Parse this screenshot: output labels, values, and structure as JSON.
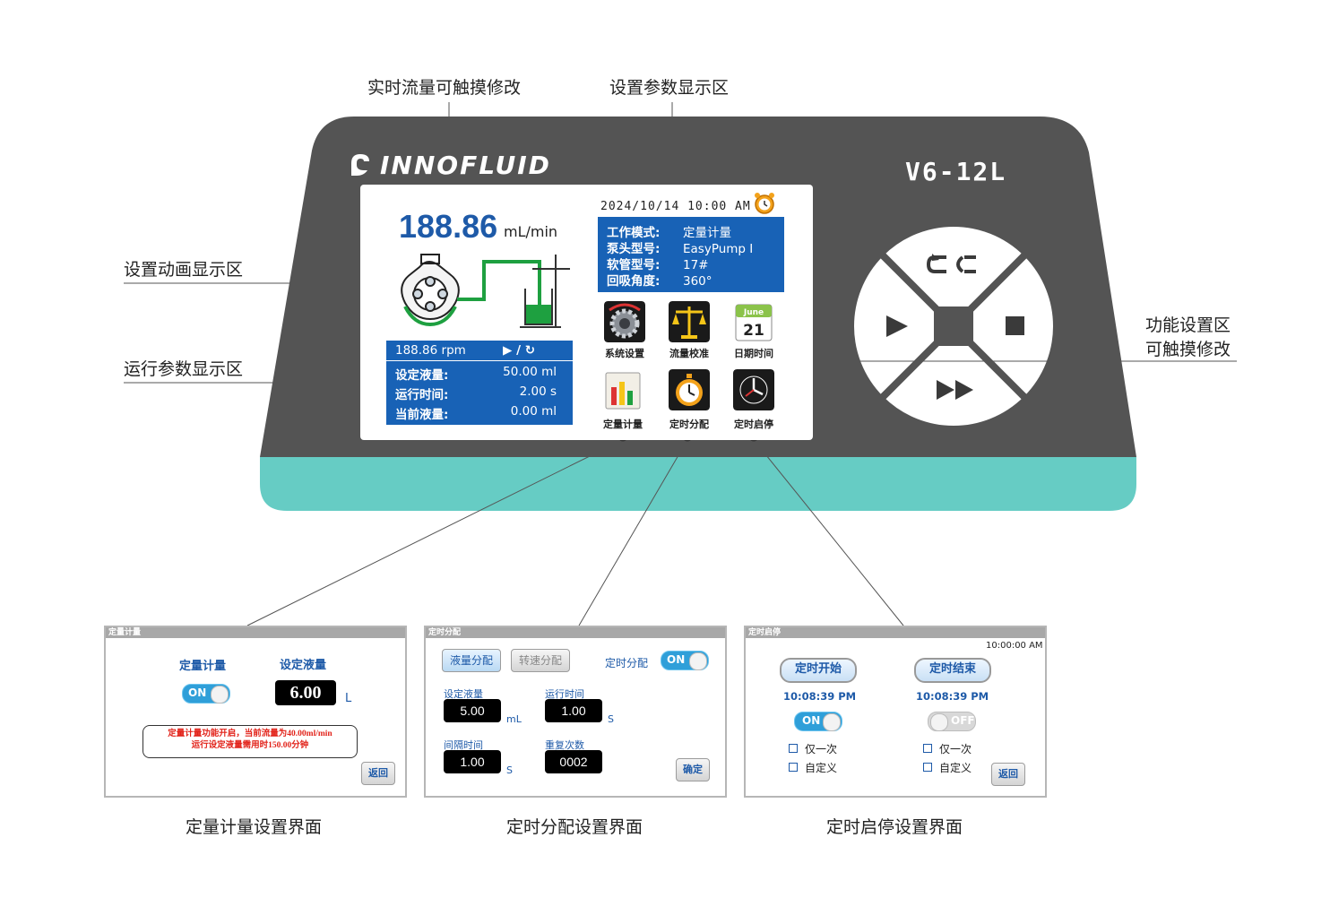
{
  "callouts": {
    "realtime_flow": "实时流量可触摸修改",
    "param_display": "设置参数显示区",
    "animation": "设置动画显示区",
    "run_params": "运行参数显示区",
    "func_area_line1": "功能设置区",
    "func_area_line2": "可触摸修改"
  },
  "device": {
    "brand": "INNOFLUID",
    "model": "V6-12L",
    "colors": {
      "body": "#545454",
      "base": "#66ccc4",
      "screen_panel": "#1862b6"
    }
  },
  "screen": {
    "flow_value": "188.86",
    "flow_unit": "mL/min",
    "datetime": "2024/10/14 10:00 AM",
    "info": [
      {
        "key": "工作模式:",
        "value": "定量计量"
      },
      {
        "key": "泵头型号:",
        "value": "EasyPump I"
      },
      {
        "key": "软管型号:",
        "value": "17#"
      },
      {
        "key": "回吸角度:",
        "value": "360°"
      }
    ],
    "run": {
      "speed": "188.86 rpm",
      "direction": "▶ / ↻",
      "rows": [
        {
          "key": "设定液量:",
          "value": "50.00  ml"
        },
        {
          "key": "运行时间:",
          "value": "2.00  s"
        },
        {
          "key": "当前液量:",
          "value": "0.00  ml"
        }
      ]
    },
    "functions": [
      {
        "label": "系统设置",
        "icon": "gear-icon"
      },
      {
        "label": "流量校准",
        "icon": "balance-scale-icon"
      },
      {
        "label": "日期时间",
        "icon": "calendar-icon",
        "calendar_month": "June",
        "calendar_day": "21"
      },
      {
        "label": "定量计量",
        "icon": "beaker-chart-icon"
      },
      {
        "label": "定时分配",
        "icon": "stopwatch-icon"
      },
      {
        "label": "定时启停",
        "icon": "clock-icon"
      }
    ]
  },
  "keypad": {
    "top": "reverse-icon",
    "left": "play-icon",
    "right": "stop-icon",
    "bottom": "fast-forward-icon",
    "center": "center-square-icon"
  },
  "sub_quant": {
    "title": "定量计量",
    "label_metering": "定量计量",
    "label_volume": "设定液量",
    "toggle": "ON",
    "volume": "6.00",
    "unit": "L",
    "notice_line1": "定量计量功能开启，当前流量为40.00ml/min",
    "notice_line2": "运行设定液量需用时150.00分钟",
    "back": "返回",
    "caption": "定量计量设置界面"
  },
  "sub_timed": {
    "title": "定时分配",
    "tab_liquid": "液量分配",
    "tab_speed": "转速分配",
    "label_timed": "定时分配",
    "toggle": "ON",
    "set_volume_label": "设定液量",
    "set_volume": "5.00",
    "set_volume_unit": "mL",
    "run_time_label": "运行时间",
    "run_time": "1.00",
    "run_time_unit": "S",
    "interval_label": "间隔时间",
    "interval": "1.00",
    "interval_unit": "S",
    "repeat_label": "重复次数",
    "repeat": "0002",
    "confirm": "确定",
    "caption": "定时分配设置界面"
  },
  "sub_startstop": {
    "title": "定时启停",
    "clock": "10:00:00 AM",
    "start_label": "定时开始",
    "start_time": "10:08:39 PM",
    "start_toggle": "ON",
    "end_label": "定时结束",
    "end_time": "10:08:39 PM",
    "end_toggle": "OFF",
    "once": "仅一次",
    "custom": "自定义",
    "back": "返回",
    "caption": "定时启停设置界面"
  }
}
